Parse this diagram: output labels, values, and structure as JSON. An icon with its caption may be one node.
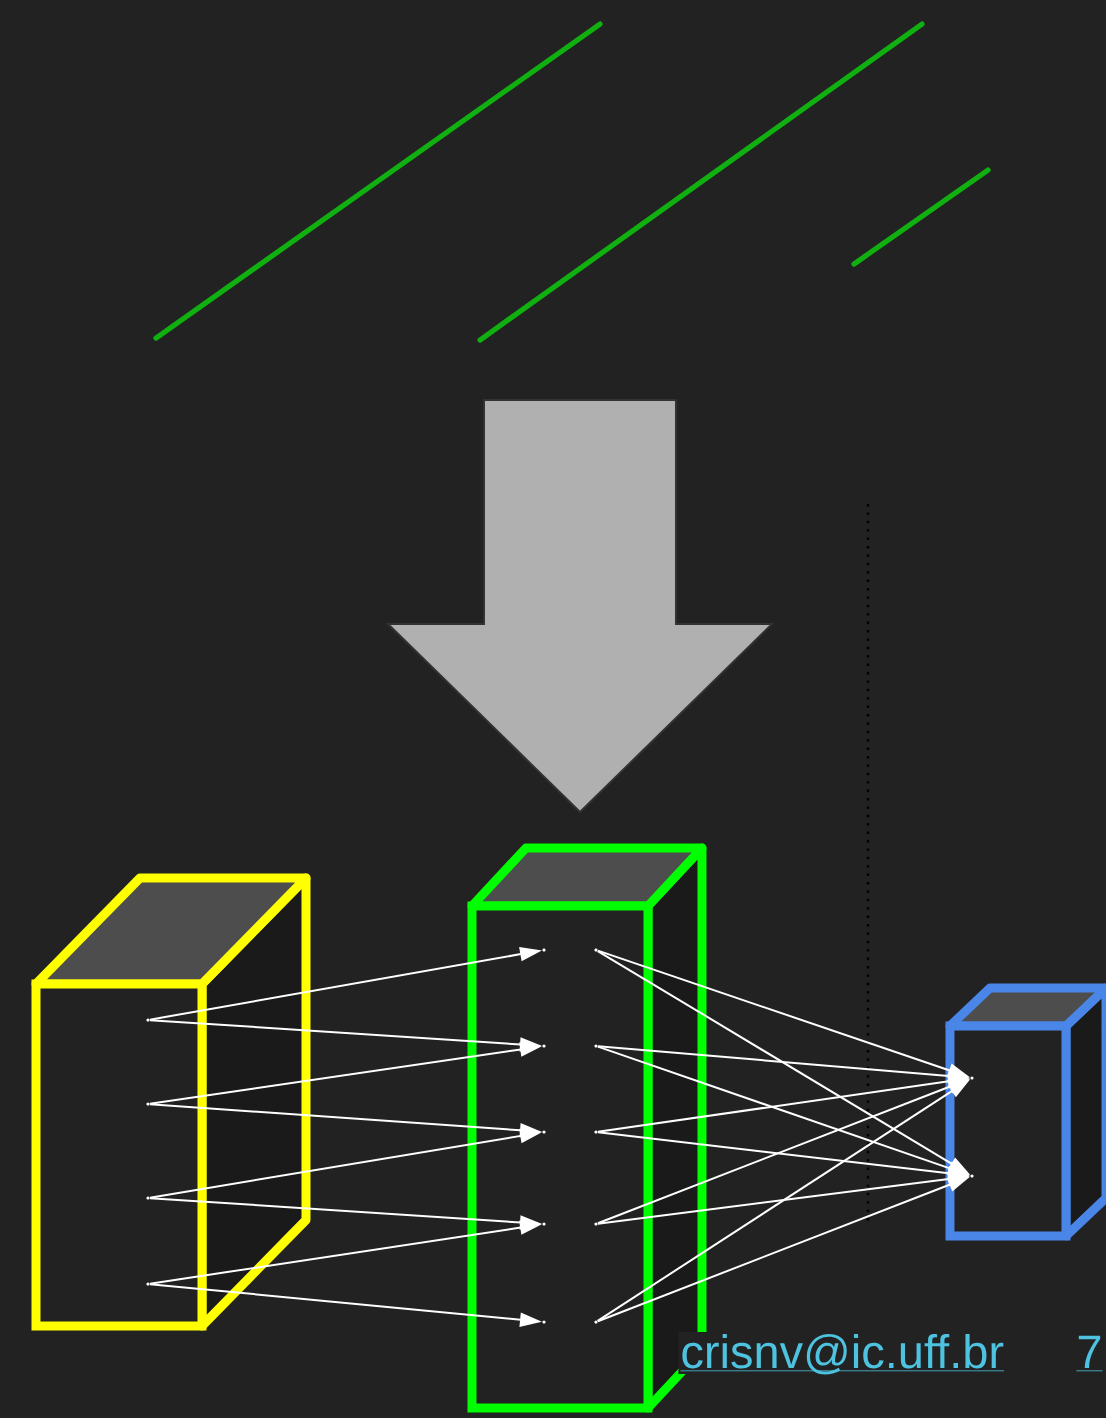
{
  "diagram": {
    "nodes": [
      {
        "text": [],
        "shape": "box"
      },
      {
        "text": [],
        "shape": "dot",
        "in": 0
      },
      {
        "text": [],
        "shape": "dot",
        "in": 0
      },
      {
        "text": [],
        "shape": "dot",
        "in": 0
      },
      {
        "text": [],
        "shape": "dot",
        "in": 0
      },
      {
        "text": [],
        "shape": "box"
      },
      {
        "text": [],
        "shape": "dot",
        "in": 5
      },
      {
        "text": [],
        "shape": "dot",
        "in": 5
      },
      {
        "text": [],
        "shape": "dot",
        "in": 5
      },
      {
        "text": [],
        "shape": "dot",
        "in": 5
      },
      {
        "text": [],
        "shape": "dot",
        "in": 5
      },
      {
        "text": [],
        "shape": "dot",
        "in": 5
      },
      {
        "text": [],
        "shape": "dot",
        "in": 5
      },
      {
        "text": [],
        "shape": "dot",
        "in": 5
      },
      {
        "text": [],
        "shape": "dot",
        "in": 5
      },
      {
        "text": [],
        "shape": "dot",
        "in": 5
      },
      {
        "text": [],
        "shape": "box"
      },
      {
        "text": [],
        "shape": "dot",
        "in": 16
      },
      {
        "text": [],
        "shape": "dot",
        "in": 16
      }
    ],
    "edges": [
      {
        "from": 1,
        "to": 6,
        "arrow": "to"
      },
      {
        "from": 1,
        "to": 7,
        "arrow": "to"
      },
      {
        "from": 2,
        "to": 7,
        "arrow": "to"
      },
      {
        "from": 2,
        "to": 8,
        "arrow": "to"
      },
      {
        "from": 3,
        "to": 8,
        "arrow": "to"
      },
      {
        "from": 3,
        "to": 9,
        "arrow": "to"
      },
      {
        "from": 4,
        "to": 9,
        "arrow": "to"
      },
      {
        "from": 4,
        "to": 10,
        "arrow": "to"
      },
      {
        "from": 11,
        "to": 17,
        "arrow": "to"
      },
      {
        "from": 11,
        "to": 18,
        "arrow": "to"
      },
      {
        "from": 12,
        "to": 17,
        "arrow": "to"
      },
      {
        "from": 12,
        "to": 18,
        "arrow": "to"
      },
      {
        "from": 13,
        "to": 17,
        "arrow": "to"
      },
      {
        "from": 13,
        "to": 18,
        "arrow": "to"
      },
      {
        "from": 14,
        "to": 17,
        "arrow": "to"
      },
      {
        "from": 14,
        "to": 18,
        "arrow": "to"
      },
      {
        "from": 15,
        "to": 17,
        "arrow": "to"
      },
      {
        "from": 15,
        "to": 18,
        "arrow": "to"
      }
    ],
    "labels": [
      "crisnv@ic.uff.br",
      "7"
    ]
  }
}
